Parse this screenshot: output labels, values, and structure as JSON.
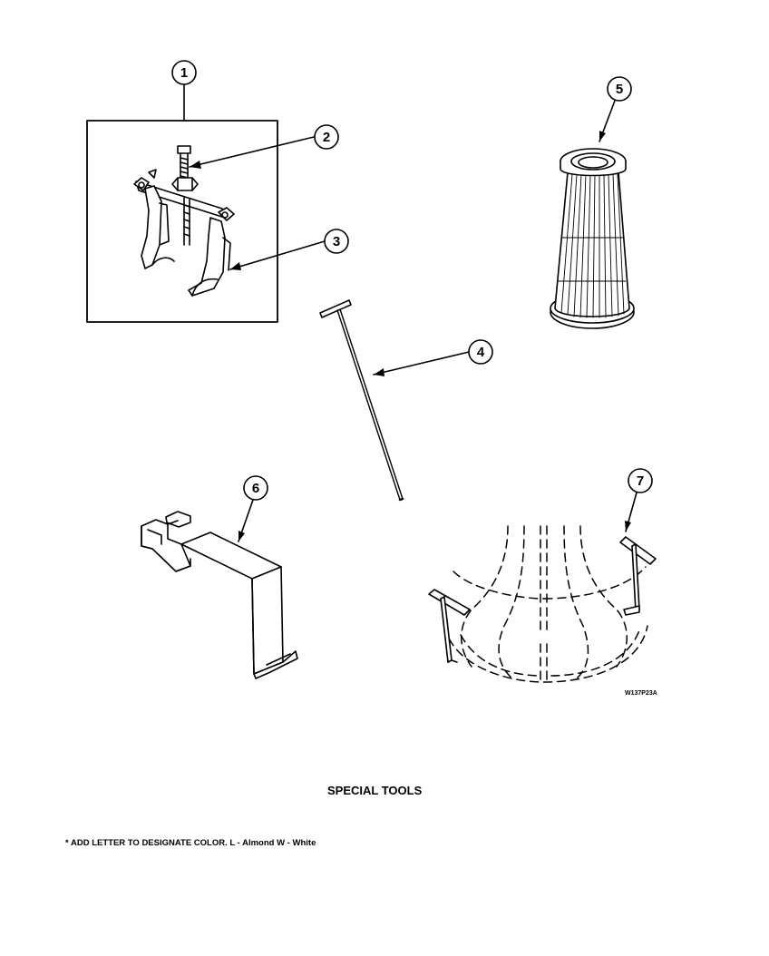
{
  "callouts": [
    "1",
    "2",
    "3",
    "4",
    "5",
    "6",
    "7"
  ],
  "figure_code": "W137P23A",
  "title": "SPECIAL TOOLS",
  "footnote": "* ADD LETTER TO DESIGNATE COLOR.  L - Almond  W - White"
}
